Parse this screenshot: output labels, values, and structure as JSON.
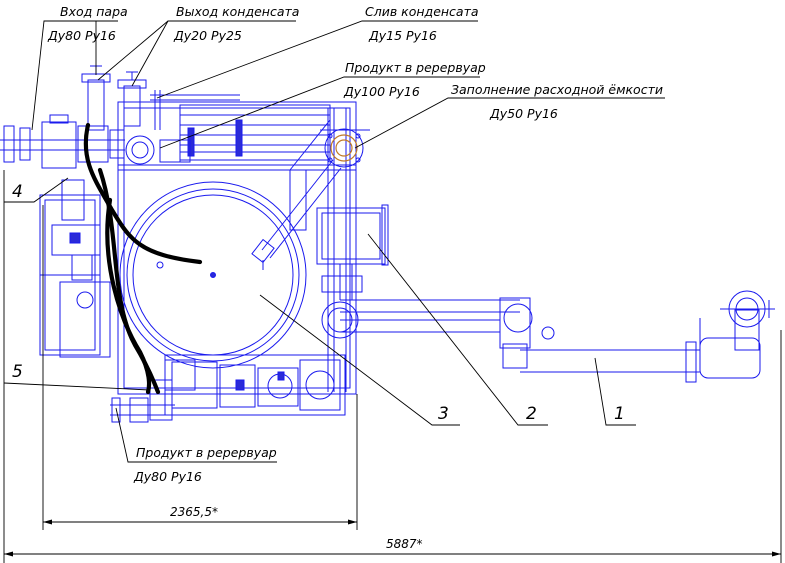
{
  "callouts": {
    "steam_inlet": {
      "name": "Вход пара",
      "size": "Ду80 Ру16"
    },
    "condensate_outlet": {
      "name": "Выход конденсата",
      "size": "Ду20 Ру25"
    },
    "condensate_drain": {
      "name": "Слив конденсата",
      "size": "Ду15 Ру16"
    },
    "product_to_tank_top": {
      "name": "Продукт в рерервуар",
      "size": "Ду100 Ру16"
    },
    "supply_tank_filling": {
      "name": "Заполнение расходной ёмкости",
      "size": "Ду50 Ру16"
    },
    "product_to_tank_bottom": {
      "name": "Продукт в рерервуар",
      "size": "Ду80 Ру16"
    }
  },
  "positions": [
    "1",
    "2",
    "3",
    "4",
    "5"
  ],
  "dimensions": {
    "unit_width": "2365,5*",
    "overall_length": "5887*"
  },
  "colors": {
    "equipment": "#1a1aee",
    "leaders": "#000000",
    "flange": "#c07a2a"
  }
}
